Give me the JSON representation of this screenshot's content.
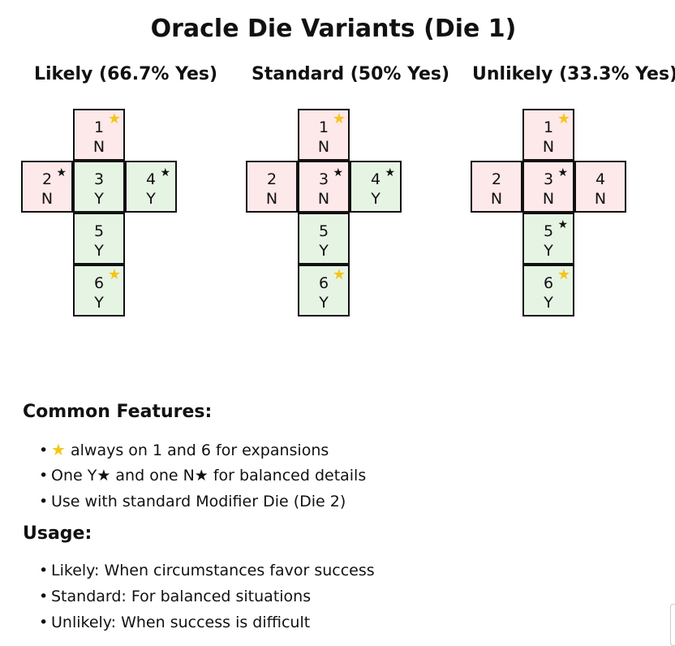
{
  "title": "Oracle Die Variants (Die 1)",
  "colors": {
    "no": "#fde8ea",
    "yes": "#e6f4e4",
    "star": "#f5c518"
  },
  "variants": [
    {
      "name": "Likely (66.7% Yes)",
      "faces": [
        {
          "num": "1",
          "ans": "N",
          "mark": "star-icon"
        },
        {
          "num": "2",
          "ans": "N",
          "mark": "black-star"
        },
        {
          "num": "3",
          "ans": "Y",
          "mark": ""
        },
        {
          "num": "4",
          "ans": "Y",
          "mark": "black-star"
        },
        {
          "num": "5",
          "ans": "Y",
          "mark": ""
        },
        {
          "num": "6",
          "ans": "Y",
          "mark": "star-icon"
        }
      ]
    },
    {
      "name": "Standard (50% Yes)",
      "faces": [
        {
          "num": "1",
          "ans": "N",
          "mark": "star-icon"
        },
        {
          "num": "2",
          "ans": "N",
          "mark": ""
        },
        {
          "num": "3",
          "ans": "N",
          "mark": "black-star"
        },
        {
          "num": "4",
          "ans": "Y",
          "mark": "black-star"
        },
        {
          "num": "5",
          "ans": "Y",
          "mark": ""
        },
        {
          "num": "6",
          "ans": "Y",
          "mark": "star-icon"
        }
      ]
    },
    {
      "name": "Unlikely (33.3% Yes)",
      "faces": [
        {
          "num": "1",
          "ans": "N",
          "mark": "star-icon"
        },
        {
          "num": "2",
          "ans": "N",
          "mark": ""
        },
        {
          "num": "3",
          "ans": "N",
          "mark": "black-star"
        },
        {
          "num": "4",
          "ans": "N",
          "mark": ""
        },
        {
          "num": "5",
          "ans": "Y",
          "mark": "black-star"
        },
        {
          "num": "6",
          "ans": "Y",
          "mark": "star-icon"
        }
      ]
    }
  ],
  "common_features": {
    "heading": "Common Features:",
    "items": [
      {
        "icon": "star-icon",
        "text": " always on 1 and 6 for expansions"
      },
      {
        "icon": "",
        "text": "One Y★ and one N★ for balanced details"
      },
      {
        "icon": "",
        "text": "Use with standard Modifier Die (Die 2)"
      }
    ]
  },
  "usage": {
    "heading": "Usage:",
    "items": [
      "Likely: When circumstances favor success",
      "Standard: For balanced situations",
      "Unlikely: When success is difficult"
    ]
  }
}
